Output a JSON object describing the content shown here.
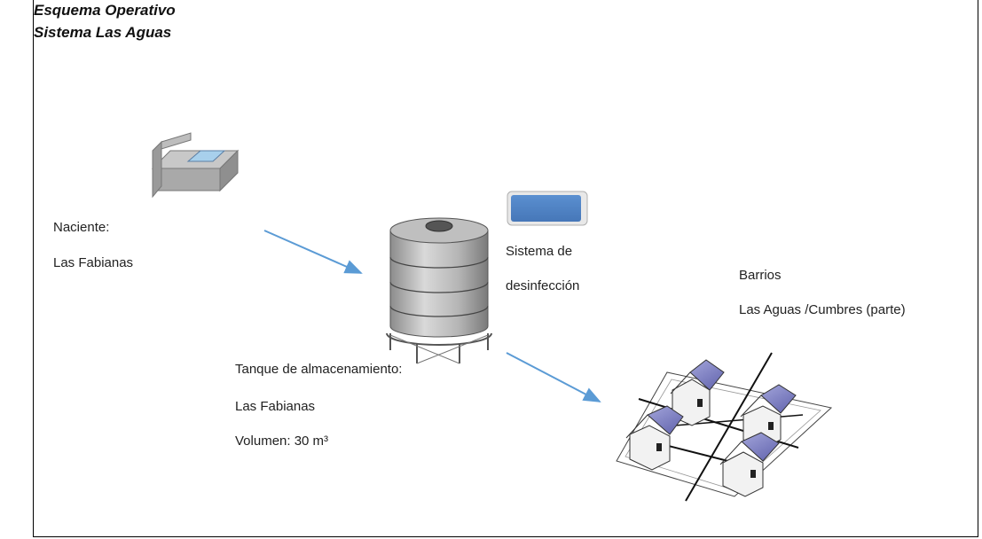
{
  "header": {
    "title_line1": "Esquema Operativo",
    "title_line2": "Sistema Las Aguas"
  },
  "source": {
    "label": "Naciente:",
    "name": "Las Fabianas"
  },
  "tank": {
    "label": "Tanque de almacenamiento:",
    "name": "Las Fabianas",
    "volume": "Volumen: 30 m³"
  },
  "disinfection": {
    "line1": "Sistema de",
    "line2": "desinfección"
  },
  "neighborhoods": {
    "label": "Barrios",
    "names": "Las Aguas /Cumbres (parte)"
  },
  "colors": {
    "arrow": "#5b9bd5",
    "disinfection_box": "#4f81bd",
    "roof": "#7d7fc4"
  },
  "icons": [
    "spring-box-icon",
    "water-tank-icon",
    "disinfection-unit-icon",
    "houses-icon",
    "arrow-icon"
  ]
}
